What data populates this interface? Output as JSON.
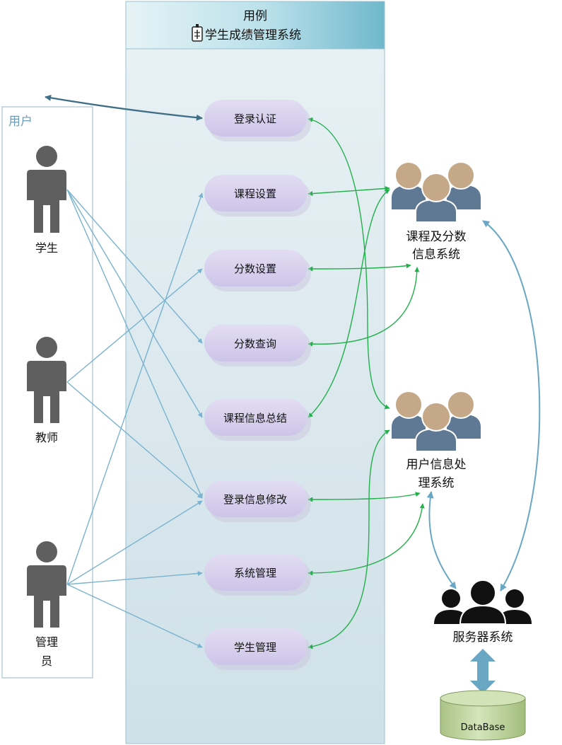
{
  "boundary": {
    "title_line1": "用例",
    "title_line2": "学生成绩管理系统"
  },
  "actor_group": {
    "title": "用户",
    "actors": [
      {
        "name": "学生"
      },
      {
        "name": "教师"
      },
      {
        "name_line1": "管理",
        "name_line2": "员"
      }
    ]
  },
  "use_cases": [
    {
      "label": "登录认证"
    },
    {
      "label": "课程设置"
    },
    {
      "label": "分数设置"
    },
    {
      "label": "分数查询"
    },
    {
      "label": "课程信息总结"
    },
    {
      "label": "登录信息修改"
    },
    {
      "label": "系统管理"
    },
    {
      "label": "学生管理"
    }
  ],
  "systems": {
    "course": {
      "line1": "课程及分数",
      "line2": "信息系统"
    },
    "user": {
      "line1": "用户信息处",
      "line2": "理系统"
    },
    "server": {
      "label": "服务器系统"
    },
    "database": {
      "label": "DataBase"
    }
  },
  "colors": {
    "actor_line": "#7ab3cf",
    "system_line": "#22b04b",
    "server_line": "#6aa7c4",
    "use_case_fill": "#d6d0ec",
    "boundary_fill": "#dceaf0",
    "header_fill": "#8cc8d8",
    "person_gray": "#5f5f5f",
    "group_head": "#c4a887",
    "group_body": "#5f7894",
    "db_fill": "#c5d9a7"
  }
}
